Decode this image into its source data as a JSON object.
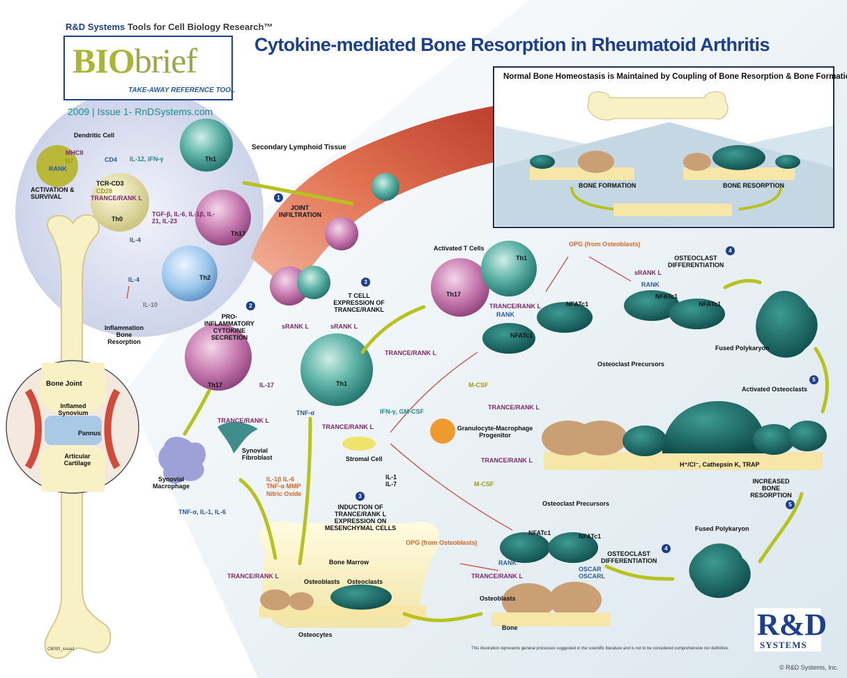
{
  "header": {
    "company_line": "R&D Systems",
    "company_tagline": "Tools for Cell Biology Research™",
    "logo_bio": "BIO",
    "logo_brief": "brief",
    "logo_tagline": "TAKE-AWAY REFERENCE TOOL",
    "issue": "2009 | Issue 1- RnDSystems.com",
    "title": "Cytokine-mediated Bone Resorption in Rheumatoid Arthritis"
  },
  "inset": {
    "title": "Normal Bone Homeostasis is Maintained by Coupling of  Bone Resorption & Bone Formation",
    "bone_formation": "BONE FORMATION",
    "bone_resorption": "BONE RESORPTION"
  },
  "lymphoid": {
    "dendritic_cell": "Dendritic Cell",
    "mhcii": "MHCII",
    "b7": "B7",
    "rank": "RANK",
    "cd4": "CD4",
    "tcr": "TCR-CD3",
    "cd28": "CD28",
    "trance": "TRANCE/RANK L",
    "activation": "ACTIVATION & SURVIVAL",
    "th0": "Th0",
    "il12": "IL-12, IFN-γ",
    "tgf": "TGF-β, IL-6, IL-1β, IL-21, IL-23",
    "il4a": "IL-4",
    "il4b": "IL-4",
    "il10": "IL-10",
    "th1": "Th1",
    "th17": "Th17",
    "th2": "Th2",
    "secondary": "Secondary Lymphoid Tissue",
    "inflammation": "Inflammation Bone Resorption"
  },
  "joint": {
    "title": "Bone Joint",
    "inflamed": "Inflamed Synovium",
    "pannus": "Pannus",
    "cartilage": "Articular Cartilage"
  },
  "steps": {
    "n1": "1",
    "n2": "2",
    "n3a": "3",
    "n3b": "3",
    "n4a": "4",
    "n4b": "4",
    "n5a": "5",
    "n5b": "5",
    "joint_infiltration": "JOINT INFILTRATION",
    "pro_inflammatory": "PRO-INFLAMMATORY CYTOKINE SECRETION",
    "t_cell_expression": "T CELL EXPRESSION OF TRANCE/RANKL",
    "induction": "INDUCTION OF TRANCE/RANK L EXPRESSION ON MESENCHYMAL CELLS",
    "osteoclast_diff_top": "OSTEOCLAST DIFFERENTIATION",
    "osteoclast_diff_bottom": "OSTEOCLAST DIFFERENTIATION",
    "increased": "INCREASED BONE RESORPTION"
  },
  "middle": {
    "th17": "Th17",
    "th1": "Th1",
    "srankl1": "sRANK L",
    "srankl2": "sRANK L",
    "trance_th1": "TRANCE/RANK L",
    "il17": "IL-17",
    "tnfa": "TNF-α",
    "ifn_gmcsf": "IFN-γ, GM-CSF",
    "trance_syn": "TRANCE/RANK L",
    "trance_stromal": "TRANCE/RANK L",
    "synovial_fibroblast": "Synovial Fibroblast",
    "synovial_macrophage": "Synovial Macrophage",
    "stromal": "Stromal Cell",
    "il1_il7": "IL-1 IL-7",
    "fibro_cytokines": "IL-1β IL-6 TNF-α MMP Nitric Oxide",
    "mac_cytokines": "TNF-α, IL-1, IL-6"
  },
  "marrow": {
    "title": "Bone Marrow",
    "trance": "TRANCE/RANK L",
    "osteoblasts": "Osteoblasts",
    "osteoclasts": "Osteoclasts",
    "osteocytes": "Osteocytes"
  },
  "right": {
    "activated_t": "Activated T Cells",
    "th1": "Th1",
    "th17": "Th17",
    "opg_top": "OPG (from Osteoblasts)",
    "srankl": "sRANK L",
    "rank_top": "RANK",
    "trance_top": "TRANCE/RANK L",
    "rank_mid": "RANK",
    "nfatc1_a": "NFATc1",
    "nfatc1_b": "NFATc1",
    "nfatc1_c": "NFATc1",
    "nfatc1_d": "NFATc1",
    "nfatc1_e": "NFATc1",
    "nfatc1_f": "NFATc1",
    "precursors_top": "Osteoclast Precursors",
    "fused_top": "Fused Polykaryon",
    "mcsf1": "M-CSF",
    "mcsf2": "M-CSF",
    "trance_gm1": "TRANCE/RANK L",
    "trance_gm2": "TRANCE/RANK L",
    "gm_progenitor": "Granulocyte-Macrophage Progenitor",
    "activated_oc": "Activated Osteoclasts",
    "h_cl": "H⁺/Cl⁻, Cathepsin K, TRAP",
    "precursors_bottom": "Osteoclast Precursors",
    "opg_bottom": "OPG (from Osteoblasts)",
    "rank_bottom": "RANK",
    "trance_bottom": "TRANCE/RANK L",
    "oscar": "OSCAR OSCARL",
    "osteoblasts": "Osteoblasts",
    "bone": "Bone",
    "fused_bottom": "Fused Polykaryon"
  },
  "footer": {
    "code": "CB093_issue1",
    "disclaimer": "This illustration represents general processes suggested in the scientific literature and is not to be considered comprehensive nor definitive.",
    "brand": "R&D",
    "brand_sub": "SYSTEMS",
    "copyright": "© R&D Systems, Inc."
  }
}
